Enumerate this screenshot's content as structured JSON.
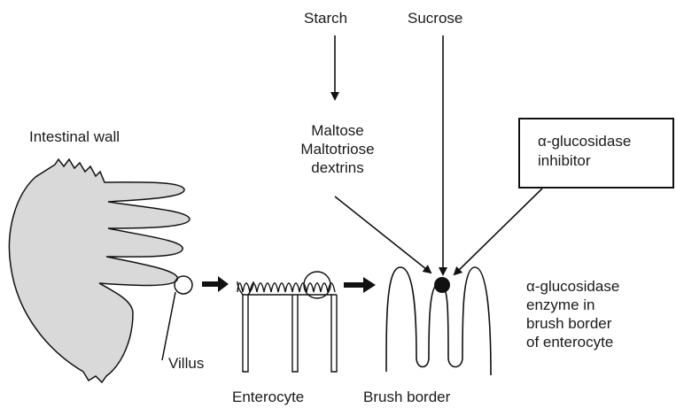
{
  "labels": {
    "starch": "Starch",
    "sucrose": "Sucrose",
    "intestinal_wall": "Intestinal wall",
    "maltose_lines": [
      "Maltose",
      "Maltotriose",
      "dextrins"
    ],
    "inhibitor_lines": [
      "α-glucosidase",
      "inhibitor"
    ],
    "enzyme_lines": [
      "α-glucosidase",
      "enzyme in",
      "brush border",
      "of enterocyte"
    ],
    "villus": "Villus",
    "enterocyte": "Enterocyte",
    "brush_border": "Brush border"
  },
  "colors": {
    "line": "#111111",
    "wall_fill": "#d9d9d9",
    "enzyme_dot": "#111111"
  }
}
